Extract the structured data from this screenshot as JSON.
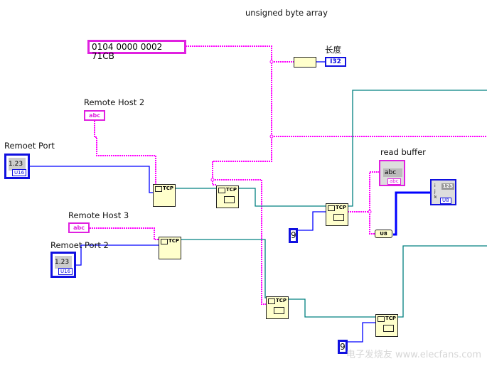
{
  "title": "unsigned byte array",
  "string_constant": "0104 0000 0002 71CB",
  "length_indicator": {
    "label": "长度",
    "type": "I32"
  },
  "controls": [
    {
      "label": "Remote Host 2",
      "type": "abc"
    },
    {
      "label": "Remoet Port",
      "value": "1.23",
      "type": "U16"
    },
    {
      "label": "Remote Host 3",
      "type": "abc"
    },
    {
      "label": "Remoet Port  2",
      "value": "1.23",
      "type": "U16"
    }
  ],
  "tcp_label": "TCP",
  "constants": [
    "9",
    "9"
  ],
  "read_buffer": {
    "label": "read buffer",
    "value": "abc",
    "tag": "abc"
  },
  "byte_array_cast": "U8",
  "array_indicator": {
    "value": "123",
    "indices": [
      "i",
      "j",
      "k"
    ],
    "type": "U8"
  },
  "watermark": "电子发烧友 www.elecfans.com",
  "colors": {
    "string_wire": "#ff00ff",
    "numeric_wire": "#0000ff",
    "tcp_wire": "#008080",
    "node_fill": "#ffffcc"
  }
}
